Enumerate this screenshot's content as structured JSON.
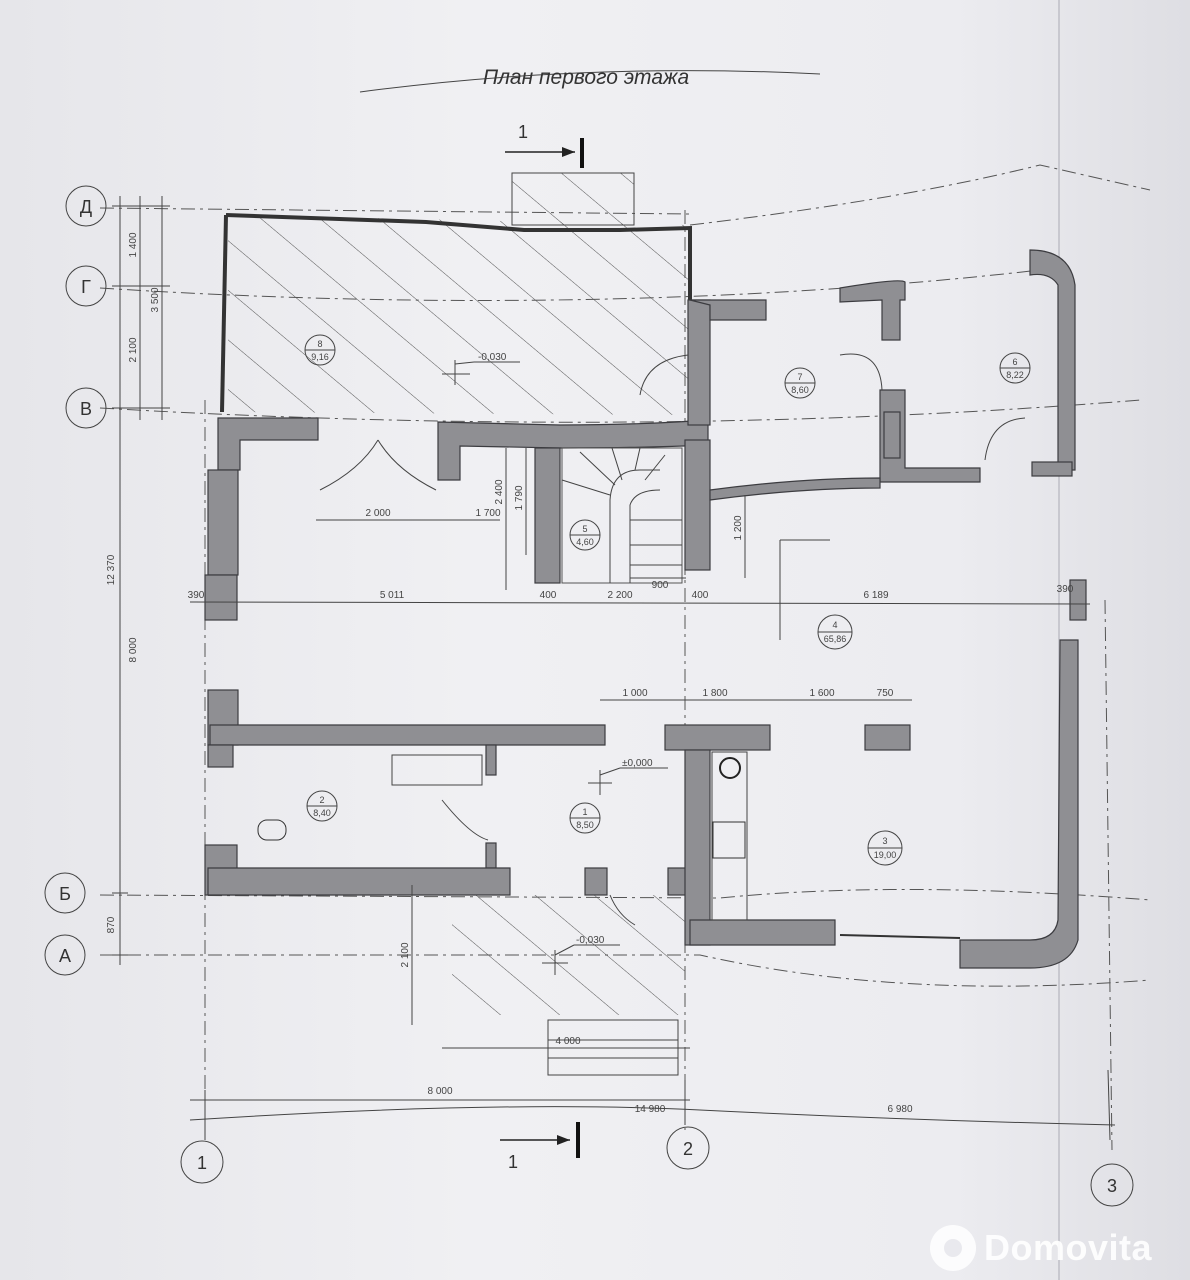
{
  "title": "План первого этажа",
  "section_mark": "1",
  "axes": {
    "rows": [
      "Д",
      "Г",
      "В",
      "Б",
      "А"
    ],
    "cols": [
      "1",
      "2",
      "3"
    ]
  },
  "rooms": [
    {
      "num": "8",
      "area": "9,16"
    },
    {
      "num": "7",
      "area": "8,60"
    },
    {
      "num": "6",
      "area": "8,22"
    },
    {
      "num": "5",
      "area": "4,60"
    },
    {
      "num": "4",
      "area": "65,86"
    },
    {
      "num": "2",
      "area": "8,40"
    },
    {
      "num": "1",
      "area": "8,50"
    },
    {
      "num": "3",
      "area": "19,00"
    }
  ],
  "levels": [
    "-0,030",
    "±0,000",
    "-0,030"
  ],
  "dims": {
    "left_1400": "1 400",
    "left_2100": "2 100",
    "left_3500": "3 500",
    "left_12370": "12 370",
    "left_8000": "8 000",
    "left_870": "870",
    "d2000": "2 000",
    "d1700": "1 700",
    "d2400": "2 400",
    "d1790": "1 790",
    "d1200": "1 200",
    "d900": "900",
    "d390a": "390",
    "d5011": "5 011",
    "d400a": "400",
    "d2200": "2 200",
    "d400b": "400",
    "d6189": "6 189",
    "d390b": "390",
    "d1000": "1 000",
    "d1800": "1 800",
    "d1600": "1 600",
    "d750": "750",
    "d2100b": "2 100",
    "d4000": "4 000",
    "b8000": "8 000",
    "b14980": "14 980",
    "b6980": "6 980"
  },
  "watermark": "Domovita"
}
